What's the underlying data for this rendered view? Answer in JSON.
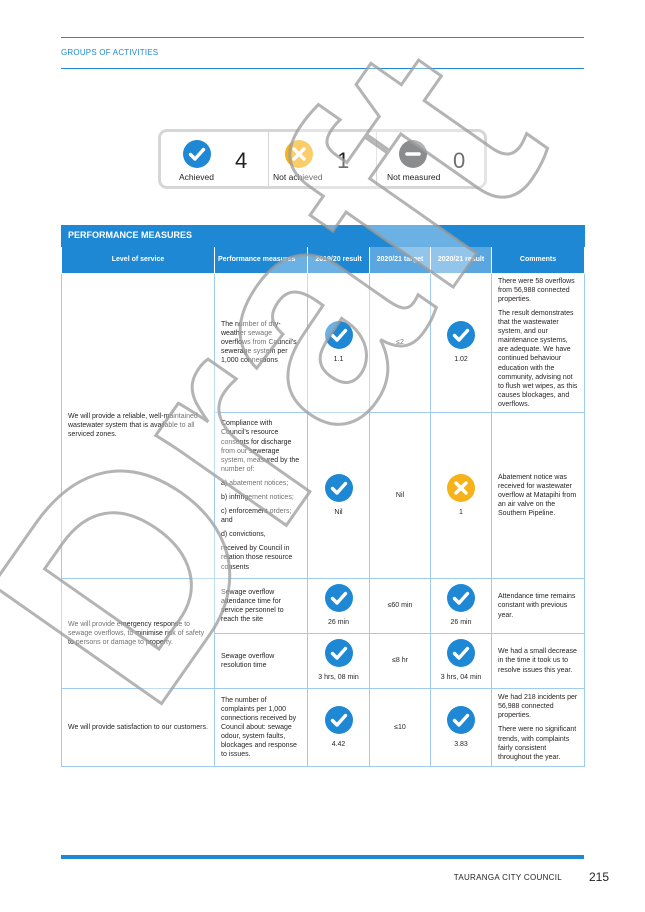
{
  "header": {
    "section": "GROUPS OF ACTIVITIES"
  },
  "summary": [
    {
      "icon": "check-icon",
      "label": "Achieved",
      "count": "4"
    },
    {
      "icon": "cross-icon",
      "label": "Not achieved",
      "count": "1"
    },
    {
      "icon": "minus-icon",
      "label": "Not measured",
      "count": "0"
    }
  ],
  "table": {
    "title": "PERFORMANCE MEASURES",
    "columns": [
      "Level of service",
      "Performance measures",
      "2019/20 result",
      "2020/21 target",
      "2020/21 result",
      "Comments"
    ],
    "groups": [
      {
        "level": "We will provide a reliable, well-maintained wastewater system that is available to all serviced zones.",
        "rows": [
          {
            "measure": [
              "The number of dry-weather sewage overflows from Council's sewerage system per 1,000 connections"
            ],
            "prev_result": "1.1",
            "prev_icon": "check-icon",
            "target": "≤2",
            "result": "1.02",
            "result_icon": "check-icon",
            "comments": [
              "There were 58 overflows from 56,988 connected properties.",
              "The result demonstrates that the wastewater system, and our maintenance systems, are adequate. We have continued behaviour education with the community, advising not to flush wet wipes, as this causes blockages, and overflows."
            ]
          },
          {
            "measure": [
              "Compliance with Council's resource consents for discharge from our sewerage system, measured by the number of:",
              "a) abatement notices;",
              "b) infringement notices;",
              "c) enforcement orders; and",
              "d) convictions,",
              "received by Council in relation those resource consents"
            ],
            "prev_result": "Nil",
            "prev_icon": "check-icon",
            "target": "Nil",
            "result": "1",
            "result_icon": "cross-icon",
            "comments": [
              "Abatement notice was received for wastewater overflow at Matapihi from an air valve on the Southern Pipeline."
            ]
          }
        ]
      },
      {
        "level": "We will provide emergency response to sewage overflows, to minimise risk of safety to persons or damage to property.",
        "rows": [
          {
            "measure": [
              "Sewage overflow attendance time for service personnel to reach the site"
            ],
            "prev_result": "26 min",
            "prev_icon": "check-icon",
            "target": "≤60 min",
            "result": "26 min",
            "result_icon": "check-icon",
            "comments": [
              "Attendance time remains constant with previous year."
            ]
          },
          {
            "measure": [
              "Sewage overflow resolution time"
            ],
            "prev_result": "3 hrs, 08 min",
            "prev_icon": "check-icon",
            "target": "≤8 hr",
            "result": "3 hrs, 04 min",
            "result_icon": "check-icon",
            "comments": [
              "We had a small decrease in the time it took us to resolve issues this year."
            ]
          }
        ]
      },
      {
        "level": "We will provide satisfaction to our customers.",
        "rows": [
          {
            "measure": [
              "The number of complaints per 1,000 connections received by Council about: sewage odour, system faults, blockages and response to issues."
            ],
            "prev_result": "4.42",
            "prev_icon": "check-icon",
            "target": "≤10",
            "result": "3.83",
            "result_icon": "check-icon",
            "comments": [
              "We had 218 incidents per 56,988 connected properties.",
              "There were no significant trends, with complaints fairly consistent throughout the year."
            ]
          }
        ]
      }
    ]
  },
  "footer": {
    "org": "TAURANGA CITY COUNCIL",
    "page": "215"
  },
  "watermark": {
    "text": "Draft",
    "color": "#9b9b9b"
  },
  "colors": {
    "accent": "#1e88d4",
    "achieved": "#1e88d4",
    "not_achieved": "#f5b21b",
    "not_measured": "#8a8c8e"
  }
}
